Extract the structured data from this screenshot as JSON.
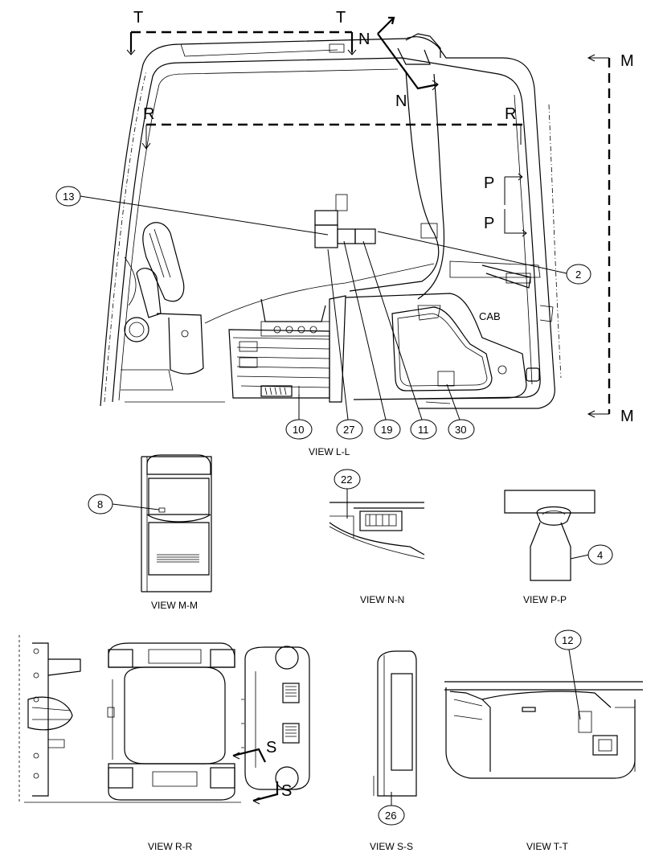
{
  "callouts": {
    "c13": "13",
    "c2": "2",
    "c10": "10",
    "c27": "27",
    "c19": "19",
    "c11": "11",
    "c30": "30",
    "c8": "8",
    "c22": "22",
    "c4": "4",
    "c12": "12",
    "c26": "26"
  },
  "section_letters": {
    "t_left": "T",
    "t_right": "T",
    "n_top": "N",
    "n_bottom": "N",
    "r_left": "R",
    "r_right": "R",
    "m_top": "M",
    "m_bottom": "M",
    "p_top": "P",
    "p_bottom": "P",
    "s_top": "S",
    "s_bottom": "S"
  },
  "labels": {
    "cab": "CAB"
  },
  "captions": {
    "view_ll": "VIEW L-L",
    "view_mm": "VIEW M-M",
    "view_nn": "VIEW N-N",
    "view_pp": "VIEW P-P",
    "view_rr": "VIEW R-R",
    "view_ss": "VIEW S-S",
    "view_tt": "VIEW T-T"
  }
}
